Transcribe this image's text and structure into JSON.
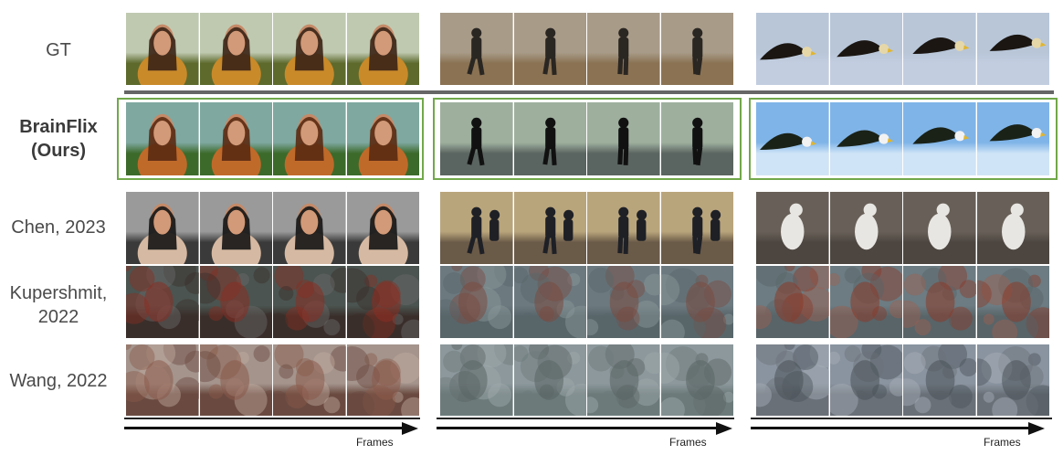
{
  "rows": {
    "gt": "GT",
    "brainflix_line1": "BrainFlix",
    "brainflix_line2": "(Ours)",
    "chen": "Chen, 2023",
    "kupershmit_line1": "Kupershmit,",
    "kupershmit_line2": "2022",
    "wang": "Wang, 2022"
  },
  "axis_label": "Frames",
  "colors": {
    "highlight_border": "#71a84a",
    "divider": "#666666",
    "arrow": "#111111"
  },
  "icons": [
    "right-arrow-icon"
  ]
}
